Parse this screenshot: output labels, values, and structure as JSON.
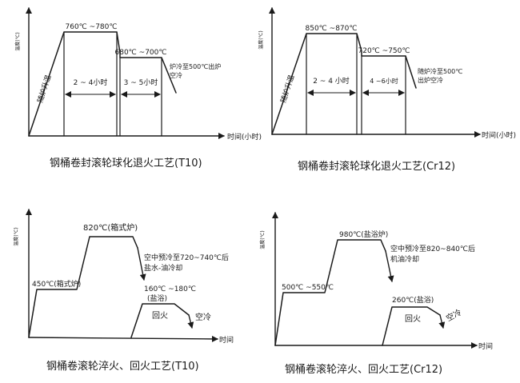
{
  "panels": [
    {
      "y_axis_label": "温度(℃)",
      "x_axis_label": "时间(小时)",
      "heating_label": "随炉升温",
      "temp1": "760℃ ~780℃",
      "temp2": "680℃ ~700℃",
      "cool_label": "炉冷至500℃出炉空冷",
      "dur1": "2 ~ 4小时",
      "dur2": "3 ~ 5小时",
      "caption": "钢桶卷封滚轮球化退火工艺(T10)"
    },
    {
      "y_axis_label": "温度(℃)",
      "x_axis_label": "时间(小时)",
      "heating_label": "随炉升温",
      "temp1": "850℃ ~870℃",
      "temp2": "720℃ ~750℃",
      "cool_label": "随炉冷至500℃出炉空冷",
      "dur1": "2 ~ 4 小时",
      "dur2": "4 ~6小时",
      "caption": "钢桶卷封滚轮球化退火工艺(Cr12)"
    },
    {
      "y_axis_label": "温度(℃)",
      "x_axis_label": "时间",
      "preheat": "450℃(箱式炉)",
      "quench_temp": "820℃(箱式炉)",
      "quench_cool": "空中预冷至720~740℃后盐水-油冷却",
      "temper_temp": "160℃ ~180℃",
      "temper_medium": "(盐浴)",
      "temper_label": "回火",
      "air_cool": "空冷",
      "caption": "钢桶卷滚轮淬火、回火工艺(T10)"
    },
    {
      "y_axis_label": "温度(℃)",
      "x_axis_label": "时间",
      "preheat": "500℃ ~550℃",
      "quench_temp": "980℃(盐浴炉)",
      "quench_cool": "空中预冷至820~840℃后机油冷却",
      "temper_temp": "260℃(盐浴)",
      "temper_label": "回火",
      "air_cool": "空冷",
      "caption": "钢桶卷滚轮淬火、回火工艺(Cr12)"
    }
  ]
}
